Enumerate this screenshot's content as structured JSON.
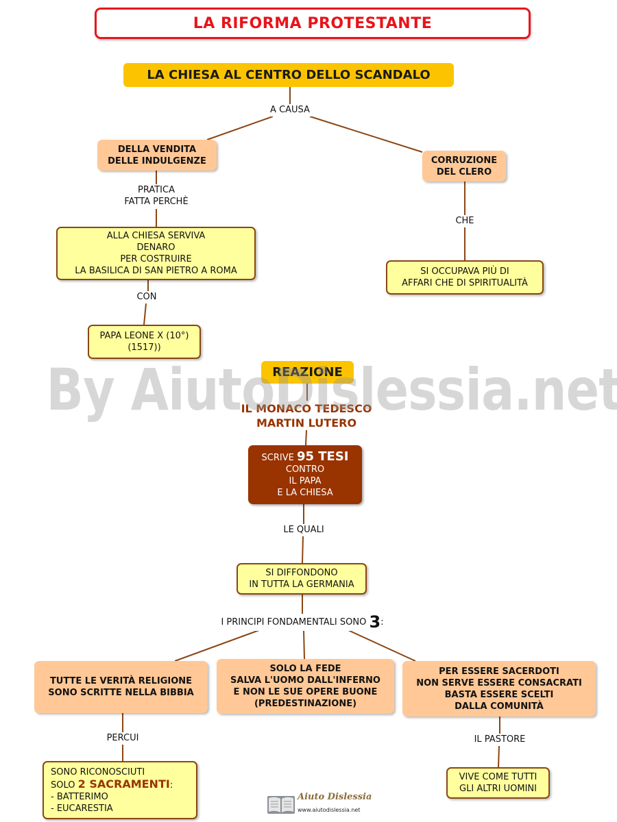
{
  "title": "LA RIFORMA PROTESTANTE",
  "top_node": "LA CHIESA AL CENTRO DELLO SCANDALO",
  "label_a_causa": "A CAUSA",
  "indulgenze": [
    "DELLA VENDITA",
    "DELLE INDULGENZE"
  ],
  "corruzione": [
    "CORRUZIONE",
    "DEL CLERO"
  ],
  "label_pratica": [
    "PRATICA",
    "FATTA PERCHÈ"
  ],
  "label_che": "CHE",
  "chiesa_serviva": [
    "ALLA CHIESA SERVIVA",
    "DENARO",
    "PER COSTRUIRE",
    "LA BASILICA DI SAN PIETRO A ROMA"
  ],
  "spiritualita": [
    "SI OCCUPAVA PIÙ DI",
    "AFFARI CHE DI SPIRITUALITÀ"
  ],
  "label_con": "CON",
  "papa": [
    "PAPA LEONE X (10°)",
    "(1517))"
  ],
  "reazione": "REAZIONE",
  "monaco": [
    "IL MONACO TEDESCO",
    "MARTIN LUTERO"
  ],
  "tesi": {
    "pre": "SCRIVE ",
    "bold": "95 TESI",
    "lines": [
      "CONTRO",
      "IL PAPA",
      "E LA CHIESA"
    ]
  },
  "label_le_quali": "LE QUALI",
  "diffondono": [
    "SI DIFFONDONO",
    "IN TUTTA LA GERMANIA"
  ],
  "principi": {
    "pre": "I PRINCIPI FONDAMENTALI SONO ",
    "num": "3",
    "post": ":"
  },
  "verita": [
    "TUTTE LE VERITÀ RELIGIONE",
    "SONO SCRITTE NELLA BIBBIA"
  ],
  "fede": [
    "SOLO LA FEDE",
    "SALVA L'UOMO DALL'INFERNO",
    "E NON LE SUE OPERE BUONE",
    "(PREDESTINAZIONE)"
  ],
  "sacerdoti": [
    "PER ESSERE SACERDOTI",
    "NON SERVE ESSERE CONSACRATI",
    "BASTA ESSERE SCELTI",
    "DALLA COMUNITÀ"
  ],
  "label_percui": "PERCUI",
  "label_pastore": "IL PASTORE",
  "sacramenti": {
    "line1": "SONO RICONOSCIUTI",
    "pre": "SOLO ",
    "bold": "2 SACRAMENTI",
    "post": ":",
    "items": [
      "- BATTERIMO",
      "- EUCARESTIA"
    ]
  },
  "uomini": [
    "VIVE COME TUTTI",
    "GLI ALTRI UOMINI"
  ],
  "watermark": "By AiutoDislessia.net",
  "logo": {
    "name": "Aiuto Dislessia",
    "url": "www.aiutodislessia.net"
  },
  "colors": {
    "title_red": "#e8141b",
    "gold": "#fcc400",
    "peach": "#ffc896",
    "yellow": "#ffff9e",
    "brown": "#993300",
    "link": "#8b4513",
    "monk_text": "#993300"
  }
}
